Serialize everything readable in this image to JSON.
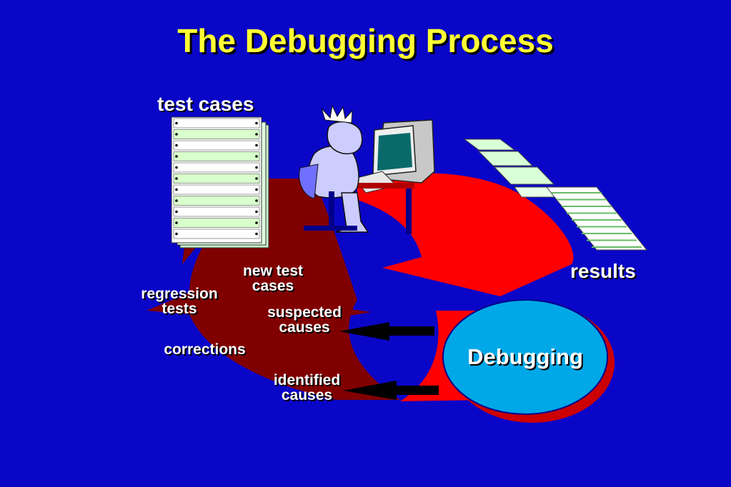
{
  "slide": {
    "title": "The Debugging Process"
  },
  "labels": {
    "test_cases": "test cases",
    "results": "results",
    "new_test_line1": "new test",
    "new_test_line2": "cases",
    "regression_line1": "regression",
    "regression_line2": "tests",
    "suspected_line1": "suspected",
    "suspected_line2": "causes",
    "corrections": "corrections",
    "identified_line1": "identified",
    "identified_line2": "causes",
    "debugging": "Debugging"
  },
  "colors": {
    "background": "#0a06c8",
    "title": "#ffff33",
    "cycle_red": "#ff0000",
    "cycle_dark_red": "#800000",
    "debug_ellipse": "#00a8e8"
  }
}
